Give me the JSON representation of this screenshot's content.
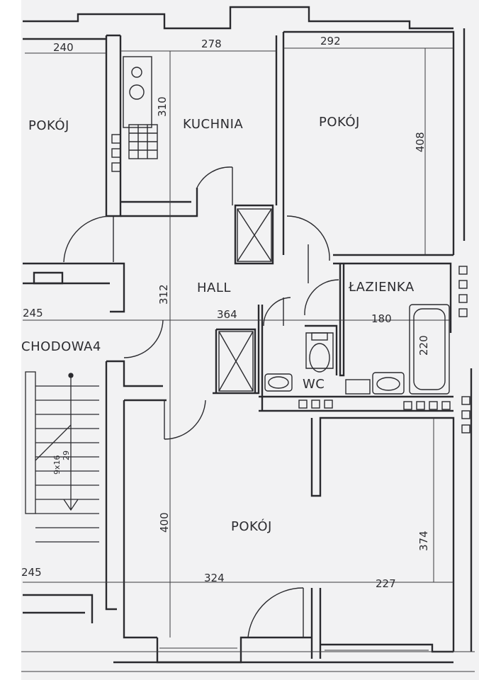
{
  "rooms": {
    "pokoj_left": "POKÓJ",
    "kuchnia": "KUCHNIA",
    "pokoj_top": "POKÓJ",
    "hall": "HALL",
    "lazienka": "ŁAZIENKA",
    "wc": "WC",
    "klatka": "CHODOWA4",
    "pokoj_big": "POKÓJ"
  },
  "dimensions": {
    "d240": "240",
    "d278": "278",
    "d292": "292",
    "d310": "310",
    "d408": "408",
    "d312": "312",
    "d364": "364",
    "d180": "180",
    "d220": "220",
    "d245a": "245",
    "d245b": "245",
    "d400": "400",
    "d374": "374",
    "d324": "324",
    "d227": "227",
    "stairs_a": "9x16",
    "stairs_b": "29"
  }
}
